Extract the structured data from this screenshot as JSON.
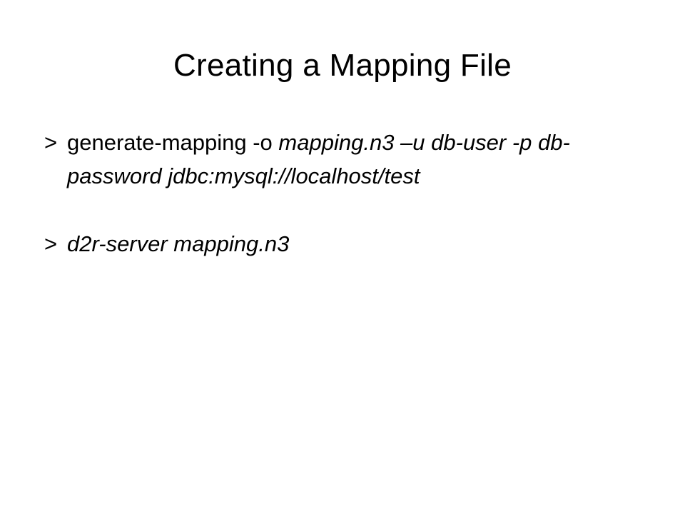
{
  "slide": {
    "title": "Creating a Mapping File",
    "bullets": [
      {
        "marker": ">",
        "segments": [
          {
            "text": "generate-mapping -o ",
            "style": "normal"
          },
          {
            "text": "mapping.n3 –u db-user -p db-password jdbc:mysql://localhost/test",
            "style": "italic"
          }
        ]
      },
      {
        "marker": ">",
        "segments": [
          {
            "text": "d2r-server mapping.n3",
            "style": "italic"
          }
        ]
      }
    ]
  }
}
